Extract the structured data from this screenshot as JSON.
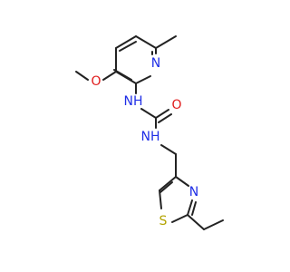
{
  "colors": {
    "bond": "#222222",
    "nitrogen": "#1f2ee6",
    "oxygen": "#e01b1b",
    "sulfur": "#b3a300",
    "background": "#ffffff"
  },
  "atoms": {
    "pyridine_n": "N",
    "methoxy_o": "O",
    "amine_nh_upper": "NH",
    "carbonyl_o": "O",
    "amine_nh_lower": "NH",
    "thiazole_n": "N",
    "thiazole_s": "S"
  }
}
